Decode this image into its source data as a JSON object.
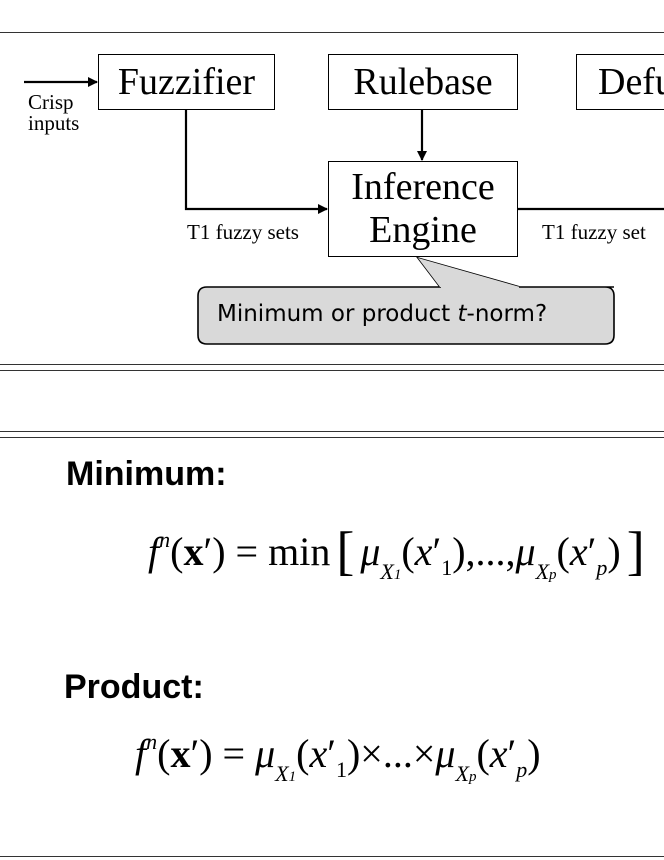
{
  "diagram": {
    "input_label_line1": "Crisp",
    "input_label_line2": "inputs",
    "fuzzifier": "Fuzzifier",
    "rulebase": "Rulebase",
    "defuzzifier_visible": "Defu",
    "inference_line1": "Inference",
    "inference_line2": "Engine",
    "edge_label_left": "T1 fuzzy sets",
    "edge_label_right": "T1 fuzzy set",
    "callout_before": "Minimum or product ",
    "callout_italic": "t",
    "callout_after": "-norm?"
  },
  "sections": {
    "minimum_heading": "Minimum:",
    "product_heading": "Product:"
  },
  "formulas": {
    "f": "f",
    "n": "n",
    "x_prime": "(x′)",
    "equals": " = ",
    "min": "min",
    "mu": "μ",
    "X": "X",
    "one": "1",
    "p": "p",
    "x1": "(x′",
    "x1_close": ")",
    "xp": "(x′",
    "xp_close": ")",
    "ellipsis": ",...,",
    "times_ellipsis": "×...×"
  }
}
